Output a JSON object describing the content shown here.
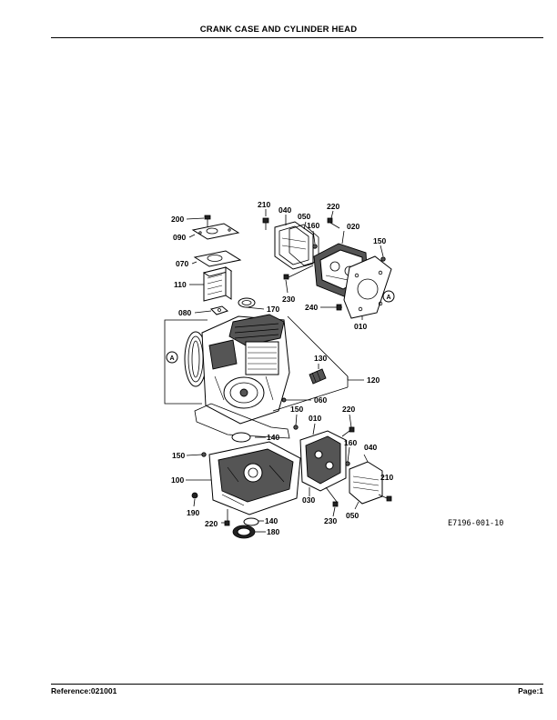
{
  "header": {
    "title": "CRANK CASE AND CYLINDER HEAD"
  },
  "footer": {
    "reference": "Reference:021001",
    "page": "Page:1"
  },
  "diagram": {
    "figure_code": "E7196-001-10",
    "callouts": {
      "c200": "200",
      "c090": "090",
      "c070": "070",
      "c110": "110",
      "c080": "080",
      "c170": "170",
      "c210a": "210",
      "c040a": "040",
      "c050a": "050",
      "c160a": "160",
      "c220a": "220",
      "c020": "020",
      "c150a": "150",
      "c230a": "230",
      "c240": "240",
      "c010a": "010",
      "c130": "130",
      "c120": "120",
      "c060": "060",
      "c150b": "150",
      "c010b": "010",
      "c220b": "220",
      "c160b": "160",
      "c040b": "040",
      "c210b": "210",
      "c140a": "140",
      "c150c": "150",
      "c100": "100",
      "c190": "190",
      "c220c": "220",
      "c140b": "140",
      "c180": "180",
      "c030": "030",
      "c230b": "230",
      "c050b": "050"
    },
    "markers": {
      "a1": "A",
      "a2": "A"
    }
  }
}
